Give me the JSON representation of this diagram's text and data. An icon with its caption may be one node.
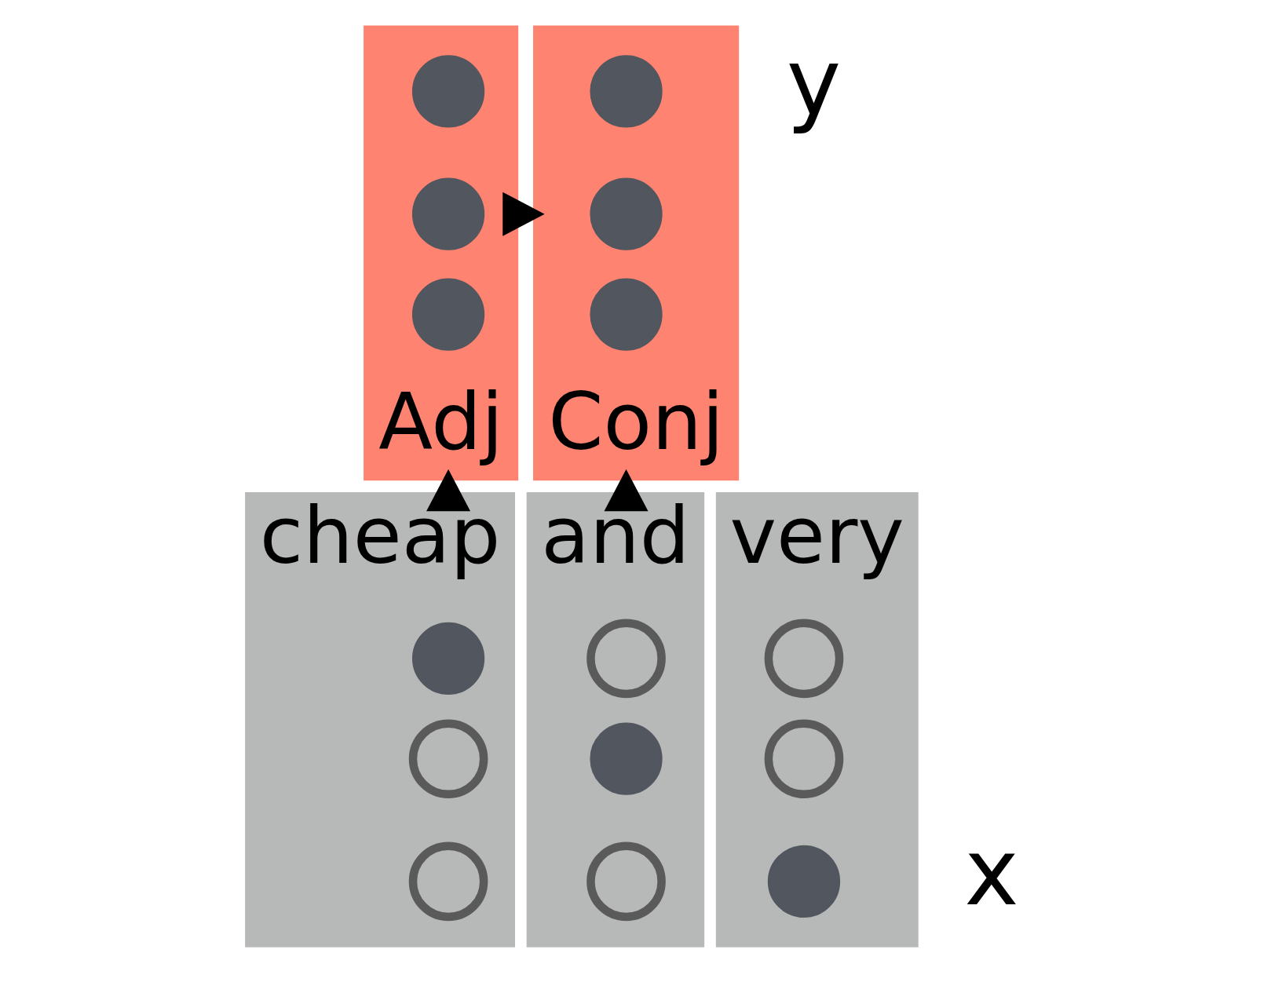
{
  "diagram": {
    "nodes": [
      {
        "text": [
          "Adj"
        ]
      },
      {
        "text": [],
        "shape": "circle",
        "in": 0
      },
      {
        "text": [],
        "shape": "circle",
        "in": 0
      },
      {
        "text": [],
        "shape": "circle",
        "in": 0
      },
      {
        "text": [
          "Conj"
        ]
      },
      {
        "text": [],
        "shape": "circle",
        "in": 4
      },
      {
        "text": [],
        "shape": "circle",
        "in": 4
      },
      {
        "text": [],
        "shape": "circle",
        "in": 4
      },
      {
        "text": [
          "cheap"
        ]
      },
      {
        "text": [],
        "shape": "circle",
        "in": 8
      },
      {
        "text": [],
        "shape": "ring",
        "in": 8
      },
      {
        "text": [],
        "shape": "ring",
        "in": 8
      },
      {
        "text": [
          "and"
        ]
      },
      {
        "text": [],
        "shape": "ring",
        "in": 12
      },
      {
        "text": [],
        "shape": "circle",
        "in": 12
      },
      {
        "text": [],
        "shape": "ring",
        "in": 12
      },
      {
        "text": [
          "very"
        ]
      },
      {
        "text": [],
        "shape": "ring",
        "in": 16
      },
      {
        "text": [],
        "shape": "ring",
        "in": 16
      },
      {
        "text": [],
        "shape": "circle",
        "in": 16
      }
    ],
    "edges": [
      {
        "from": 0,
        "to": 4,
        "arrow": "to"
      },
      {
        "from": 8,
        "to": 0,
        "arrow": "to"
      },
      {
        "from": 12,
        "to": 4,
        "arrow": "to"
      }
    ],
    "labels": [
      "y",
      "x"
    ]
  }
}
